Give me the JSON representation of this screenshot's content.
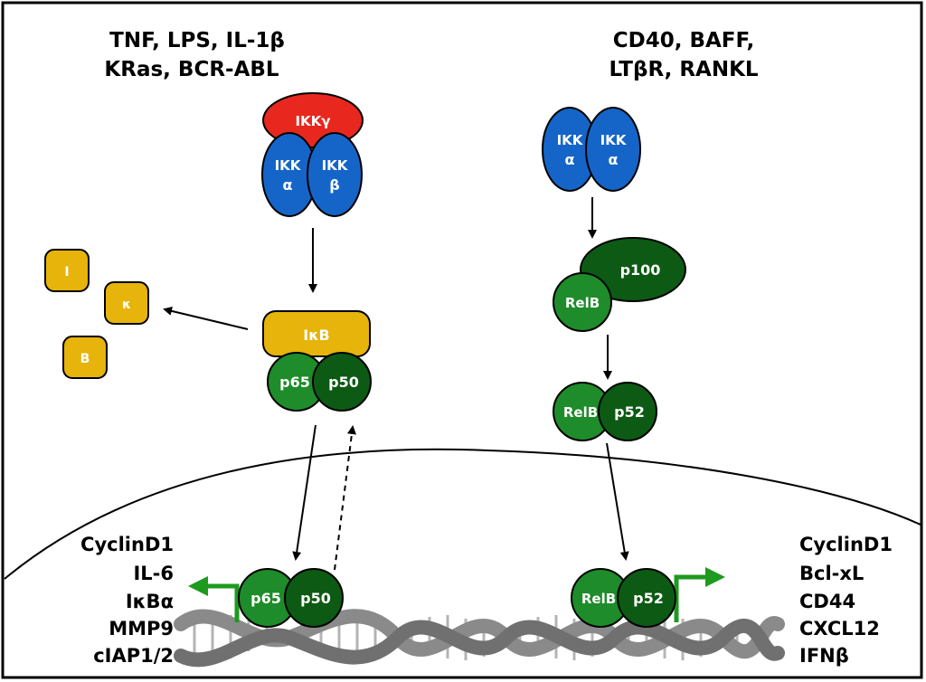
{
  "left_pathway": {
    "stimuli_line1": "TNF, LPS, IL-1β",
    "stimuli_line2": "KRas, BCR-ABL",
    "ikk_gamma": "IKKγ",
    "ikk_alpha_top": "IKK",
    "ikk_alpha_bottom": "α",
    "ikk_beta_top": "IKK",
    "ikk_beta_bottom": "β",
    "ikb": "IκB",
    "degraded": [
      "I",
      "κ",
      "B"
    ],
    "p65": "p65",
    "p50": "p50",
    "nuclear_p65": "p65",
    "nuclear_p50": "p50",
    "target_genes": [
      "CyclinD1",
      "IL-6",
      "IκBα",
      "MMP9",
      "cIAP1/2"
    ]
  },
  "right_pathway": {
    "stimuli_line1": "CD40, BAFF,",
    "stimuli_line2": "LTβR, RANKL",
    "ikk1_top": "IKK",
    "ikk1_bottom": "α",
    "ikk2_top": "IKK",
    "ikk2_bottom": "α",
    "p100": "p100",
    "relb": "RelB",
    "relb2": "RelB",
    "p52": "p52",
    "nuclear_relb": "RelB",
    "nuclear_p52": "p52",
    "target_genes": [
      "CyclinD1",
      "Bcl-xL",
      "CD44",
      "CXCL12",
      "IFNβ"
    ]
  },
  "colors": {
    "ikk_gamma": "#e8281e",
    "ikk": "#1565c8",
    "ikb": "#e6b40a",
    "green_light": "#1e8c2a",
    "green_dark": "#0d5a14",
    "promoter_arrow": "#1e9a1e",
    "dna": "#8a8a8a"
  }
}
